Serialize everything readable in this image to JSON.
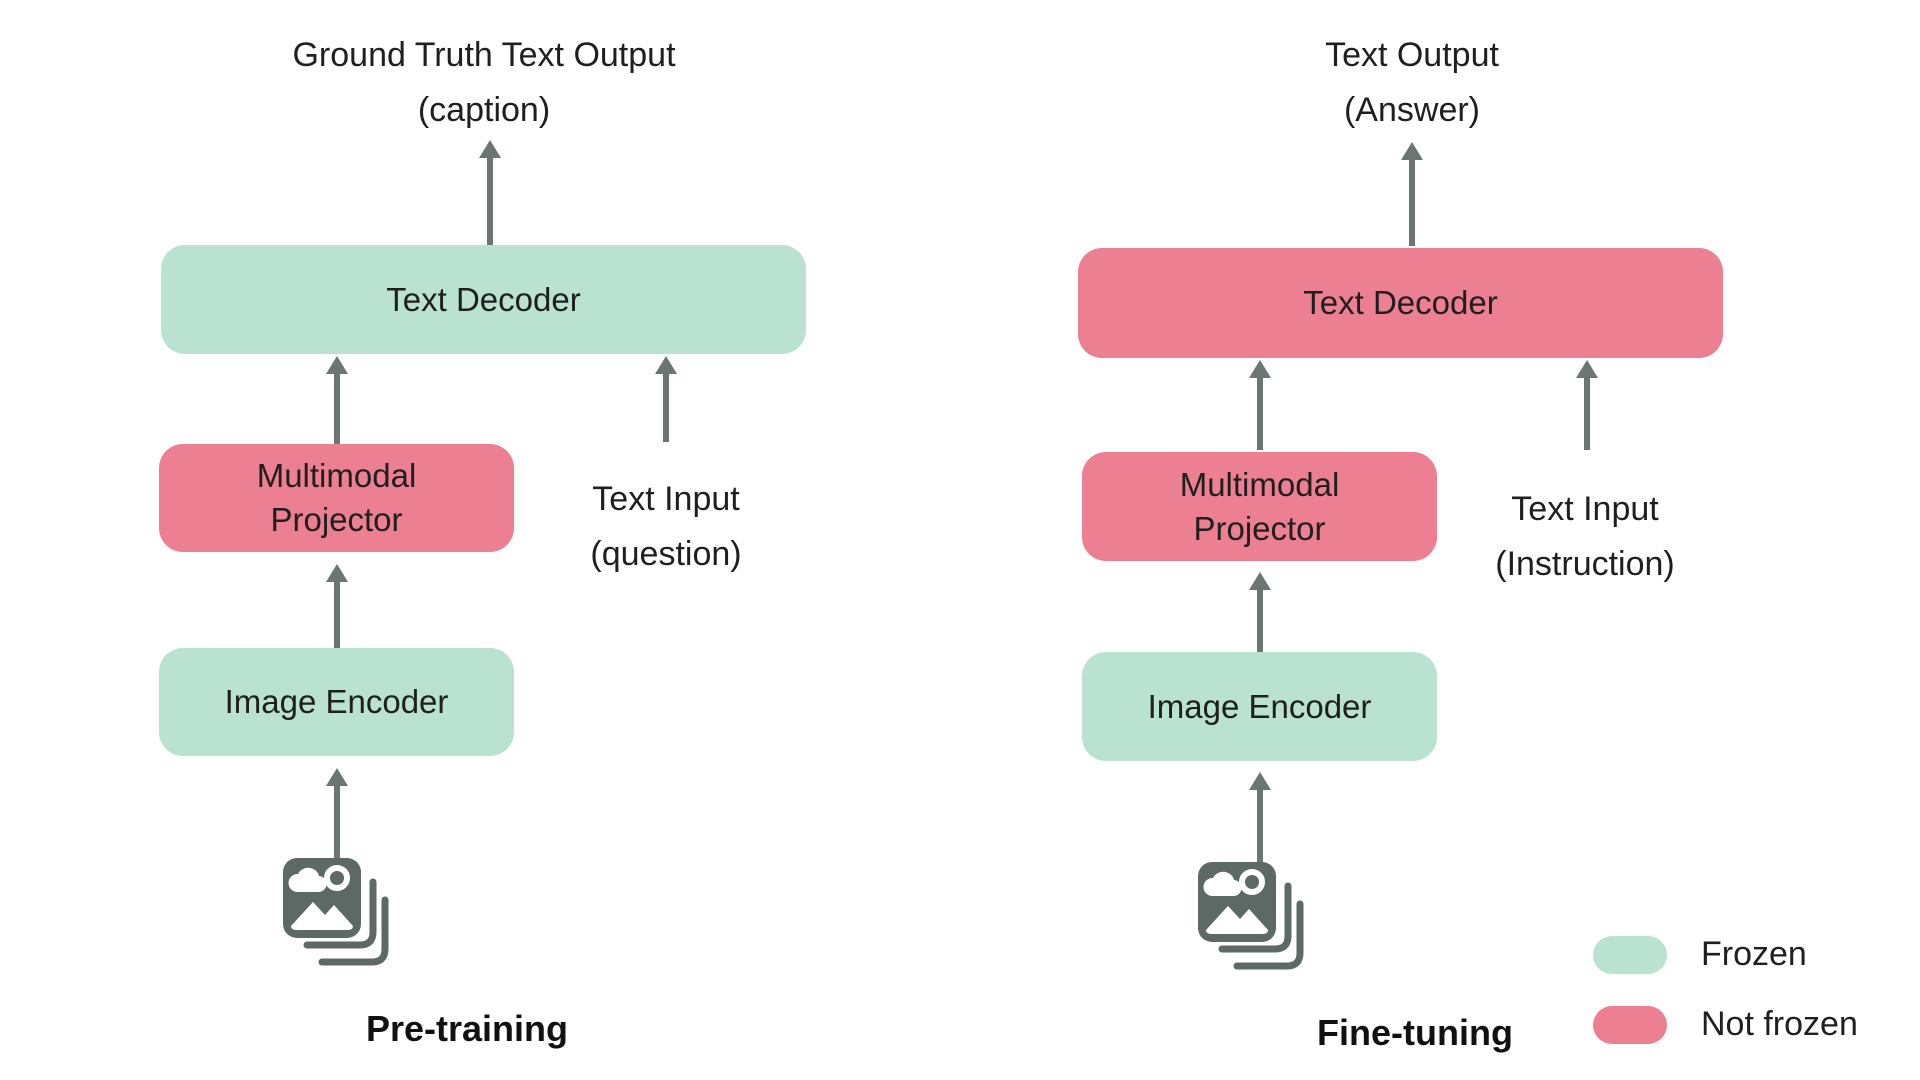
{
  "colors": {
    "frozen": "#b9e2d0",
    "not_frozen": "#ec7f91",
    "arrow": "#6b7571",
    "icon": "#5d6964",
    "text": "#1f1f1f"
  },
  "left": {
    "output": {
      "line1": "Ground Truth Text Output",
      "line2": "(caption)"
    },
    "decoder": {
      "label": "Text Decoder",
      "state": "frozen"
    },
    "projector": {
      "line1": "Multimodal",
      "line2": "Projector",
      "state": "not_frozen"
    },
    "text_input": {
      "line1": "Text Input",
      "line2": "(question)"
    },
    "encoder": {
      "label": "Image Encoder",
      "state": "frozen"
    },
    "caption": "Pre-training"
  },
  "right": {
    "output": {
      "line1": "Text Output",
      "line2": "(Answer)"
    },
    "decoder": {
      "label": "Text Decoder",
      "state": "not_frozen"
    },
    "projector": {
      "line1": "Multimodal",
      "line2": "Projector",
      "state": "not_frozen"
    },
    "text_input": {
      "line1": "Text Input",
      "line2": "(Instruction)"
    },
    "encoder": {
      "label": "Image Encoder",
      "state": "frozen"
    },
    "caption": "Fine-tuning"
  },
  "legend": {
    "frozen_label": "Frozen",
    "not_frozen_label": "Not frozen"
  }
}
